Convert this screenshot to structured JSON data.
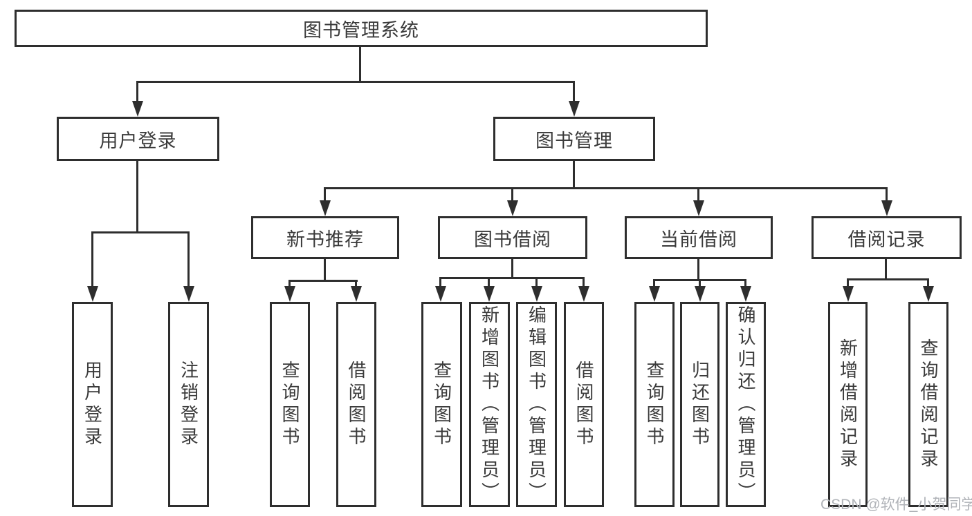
{
  "tree": {
    "root": "图书管理系统",
    "branches": [
      {
        "label": "用户登录",
        "children": [
          "用户登录",
          "注销登录"
        ]
      },
      {
        "label": "图书管理",
        "sections": [
          {
            "label": "新书推荐",
            "children": [
              "查询图书",
              "借阅图书"
            ]
          },
          {
            "label": "图书借阅",
            "children": [
              "查询图书",
              "新增图书（管理员）",
              "编辑图书（管理员）",
              "借阅图书"
            ]
          },
          {
            "label": "当前借阅",
            "children": [
              "查询图书",
              "归还图书",
              "确认归还（管理员）"
            ]
          },
          {
            "label": "借阅记录",
            "children": [
              "新增借阅记录",
              "查询借阅记录"
            ]
          }
        ]
      }
    ]
  },
  "watermark": {
    "text": "CSDN @软件_小贺同学"
  },
  "colors": {
    "line": "#2e2e2e",
    "text": "#3a3a3a",
    "background": "#ffffff",
    "watermark_text": "#b0b3b8"
  }
}
